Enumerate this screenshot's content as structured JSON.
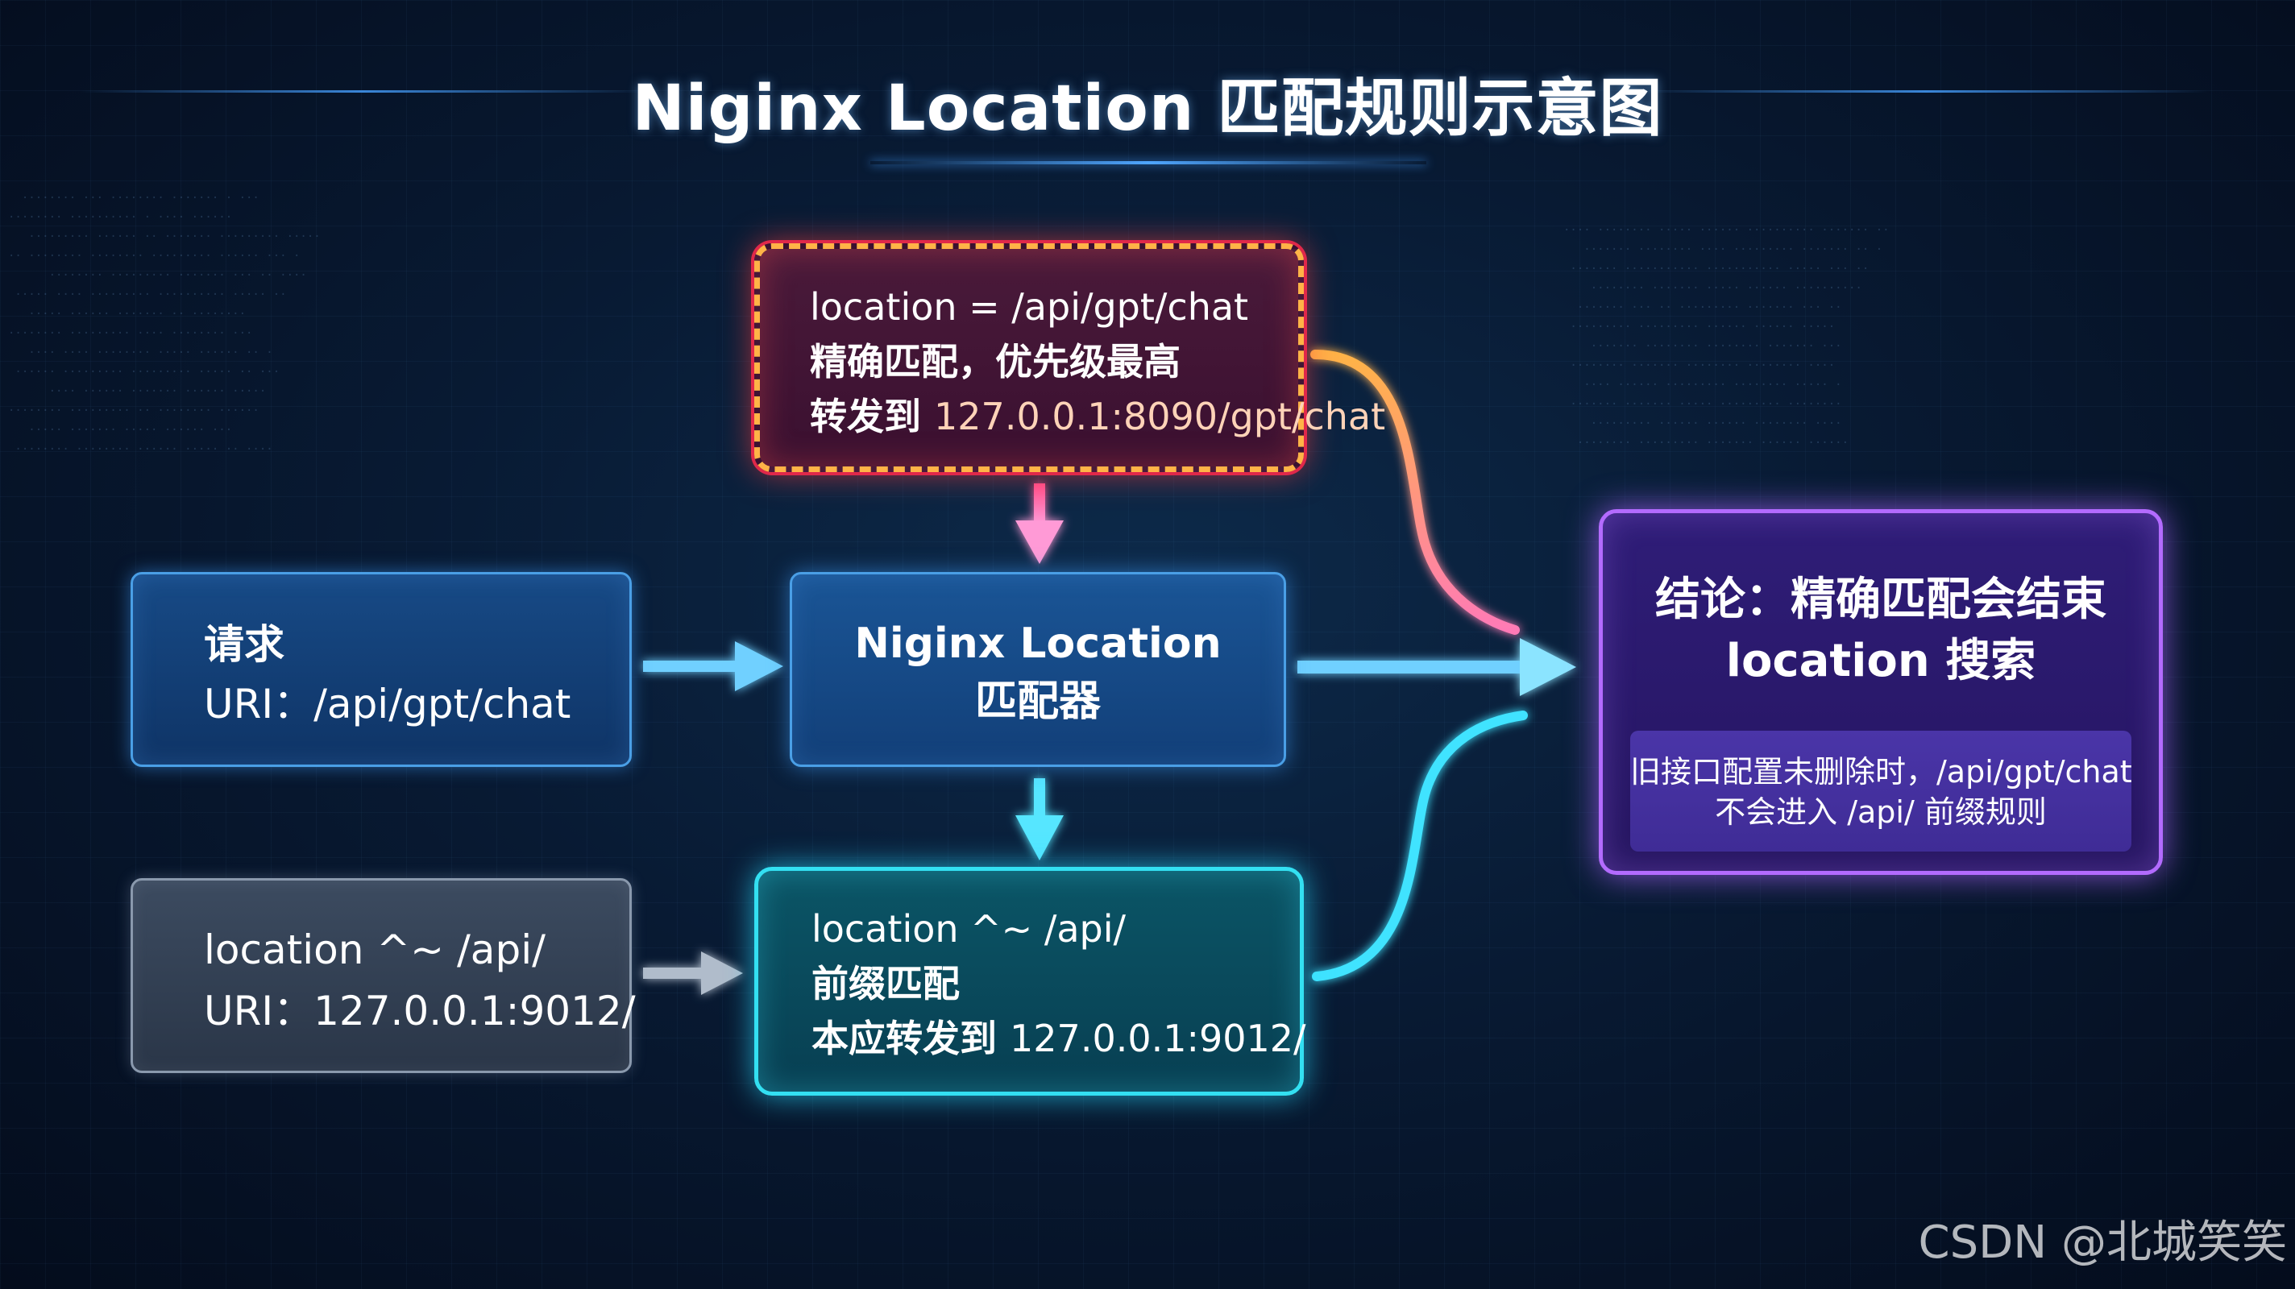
{
  "title": "Niginx Location 匹配规则示意图",
  "request_box": {
    "line1": "请求",
    "line2": "URI：/api/gpt/chat"
  },
  "prefix_source_box": {
    "line1": "location ^~ /api/",
    "line2": "URI：127.0.0.1:9012/"
  },
  "matcher_box": {
    "line1": "Niginx Location",
    "line2": "匹配器"
  },
  "exact_box": {
    "line1": "location = /api/gpt/chat",
    "line2": "精确匹配，优先级最高",
    "line3_prefix": "转发到 ",
    "line3_target": "127.0.0.1:8090/gpt/chat"
  },
  "prefix_box": {
    "line1": "location ^~ /api/",
    "line2": "前缀匹配",
    "line3_prefix": "本应转发到 ",
    "line3_target": "127.0.0.1:9012/"
  },
  "conclusion_box": {
    "line1": "结论：精确匹配会结束",
    "line2": "location 搜索",
    "note1": "旧接口配置未删除时，/api/gpt/chat",
    "note2": "不会进入 /api/ 前缀规则"
  },
  "watermark": "CSDN @北城笑笑",
  "colors": {
    "exact": "#e0284a",
    "prefix": "#33e0f2",
    "conclusion": "#b36bff",
    "matcher": "#4a9fe6"
  }
}
